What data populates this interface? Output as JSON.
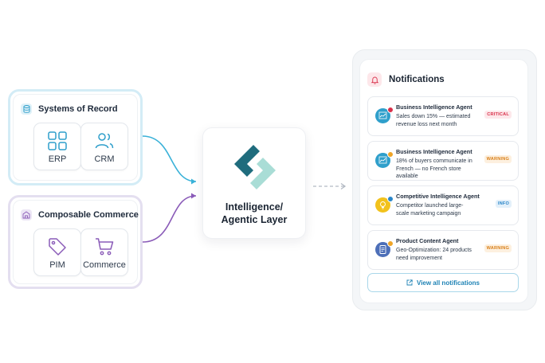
{
  "colors": {
    "cyan_connector": "#39b1d8",
    "purple_connector": "#8a5bb8",
    "teal_dark": "#1f6c7d",
    "teal_light": "#a9ddd6",
    "critical": "#d9304a",
    "warning": "#e08a1e",
    "info": "#2a86c9"
  },
  "systems_of_record": {
    "title": "Systems of Record",
    "icon": "database-icon",
    "items": [
      {
        "label": "ERP",
        "icon": "grid-icon"
      },
      {
        "label": "CRM",
        "icon": "users-icon"
      }
    ]
  },
  "composable_commerce": {
    "title": "Composable Commerce",
    "icon": "puzzle-icon",
    "items": [
      {
        "label": "PIM",
        "icon": "tag-icon"
      },
      {
        "label": "Commerce",
        "icon": "cart-icon"
      }
    ]
  },
  "center": {
    "line1": "Intelligence/",
    "line2": "Agentic Layer"
  },
  "notifications": {
    "title": "Notifications",
    "items": [
      {
        "agent": "Business Intelligence Agent",
        "message": "Sales down 15% — estimated revenue loss next month",
        "badge": "CRITICAL",
        "icon": "chart-icon"
      },
      {
        "agent": "Business Intelligence Agent",
        "message": "18% of buyers communicate in French — no French store available",
        "badge": "WARNING",
        "icon": "chart-icon"
      },
      {
        "agent": "Competitive Intelligence Agent",
        "message": "Competitor launched large-scale marketing campaign",
        "badge": "INFO",
        "icon": "bulb-icon"
      },
      {
        "agent": "Product Content Agent",
        "message": "Geo-Optimization: 24 products need improvement",
        "badge": "WARNING",
        "icon": "document-icon"
      }
    ],
    "view_all": "View all notifications"
  }
}
